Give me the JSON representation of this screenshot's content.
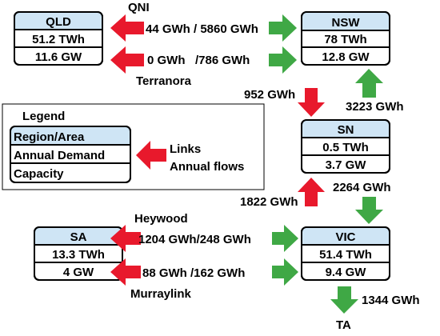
{
  "colors": {
    "header_fill": "#cfe5f5",
    "box_stroke": "#000000",
    "arrow_red": "#e8192c",
    "arrow_green": "#3fa845",
    "background": "#ffffff"
  },
  "regions": {
    "qld": {
      "name": "QLD",
      "demand": "51.2 TWh",
      "capacity": "11.6 GW"
    },
    "nsw": {
      "name": "NSW",
      "demand": "78 TWh",
      "capacity": "12.8 GW"
    },
    "sn": {
      "name": "SN",
      "demand": "0.5 TWh",
      "capacity": "3.7 GW"
    },
    "sa": {
      "name": "SA",
      "demand": "13.3 TWh",
      "capacity": "4 GW"
    },
    "vic": {
      "name": "VIC",
      "demand": "51.4 TWh",
      "capacity": "9.4 GW"
    }
  },
  "legend": {
    "title": "Legend",
    "region_row": "Region/Area",
    "demand_row": "Annual Demand",
    "capacity_row": "Capacity",
    "links_label": "Links",
    "flows_label": "Annual flows"
  },
  "links": {
    "qni": {
      "name": "QNI",
      "flow": "44 GWh / 5860 GWh"
    },
    "terranora": {
      "name": "Terranora",
      "flow_left": "0 GWh",
      "flow_right": "/786 GWh"
    },
    "nsw_sn": {
      "flow": "952 GWh"
    },
    "sn_nsw": {
      "flow": "3223 GWh"
    },
    "vic_sn": {
      "flow": "1822 GWh"
    },
    "sn_vic": {
      "flow": "2264 GWh"
    },
    "heywood": {
      "name": "Heywood",
      "flow": "1204 GWh/248 GWh"
    },
    "murraylink": {
      "name": "Murraylink",
      "flow": "88 GWh /162 GWh"
    },
    "vic_ta": {
      "flow": "1344 GWh",
      "destination": "TA"
    }
  }
}
